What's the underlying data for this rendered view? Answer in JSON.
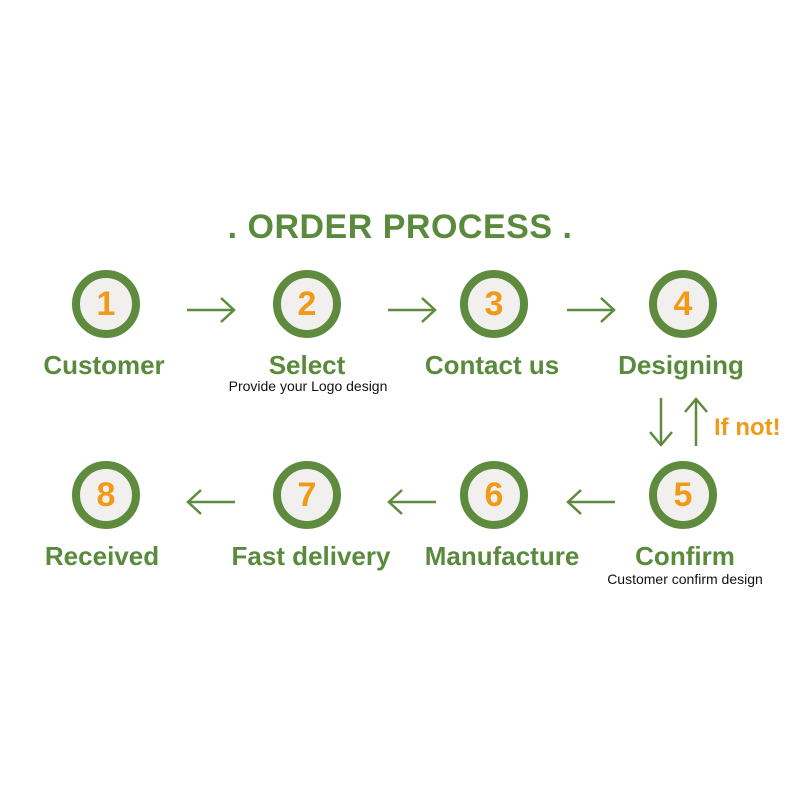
{
  "title": ". ORDER PROCESS .",
  "steps": [
    {
      "number": "1",
      "label": "Customer",
      "sub": ""
    },
    {
      "number": "2",
      "label": "Select",
      "sub": "Provide your Logo design"
    },
    {
      "number": "3",
      "label": "Contact us",
      "sub": ""
    },
    {
      "number": "4",
      "label": "Designing",
      "sub": ""
    },
    {
      "number": "5",
      "label": "Confirm",
      "sub": "Customer confirm design"
    },
    {
      "number": "6",
      "label": "Manufacture",
      "sub": ""
    },
    {
      "number": "7",
      "label": "Fast delivery",
      "sub": ""
    },
    {
      "number": "8",
      "label": "Received",
      "sub": ""
    }
  ],
  "loop_note": "If not!",
  "colors": {
    "green": "#5e8b3e",
    "orange": "#f09a19",
    "circle_fill": "#f2f0ee"
  }
}
